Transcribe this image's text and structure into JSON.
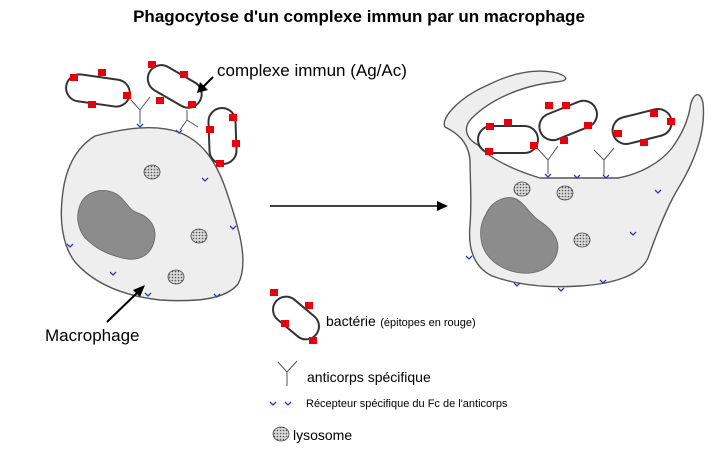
{
  "title": "Phagocytose d'un complexe immun par un macrophage",
  "labels": {
    "immune_complex": "complexe immun (Ag/Ac)",
    "macrophage": "Macrophage"
  },
  "legend": {
    "bacteria": "bactérie",
    "bacteria_note": "(épitopes en rouge)",
    "antibody": "anticorps spécifique",
    "fc_receptor": "Récepteur spécifique du Fc de l'anticorps",
    "lysosome": "lysosome"
  },
  "colors": {
    "epitope": "#e8000b",
    "receptor": "#1f3fbf",
    "nucleus": "#8c8c8c",
    "outline": "#333333",
    "antibody": "#555555"
  },
  "icons": [
    "arrow-icon",
    "bacteria-icon",
    "antibody-icon",
    "receptor-icon",
    "lysosome-icon"
  ]
}
